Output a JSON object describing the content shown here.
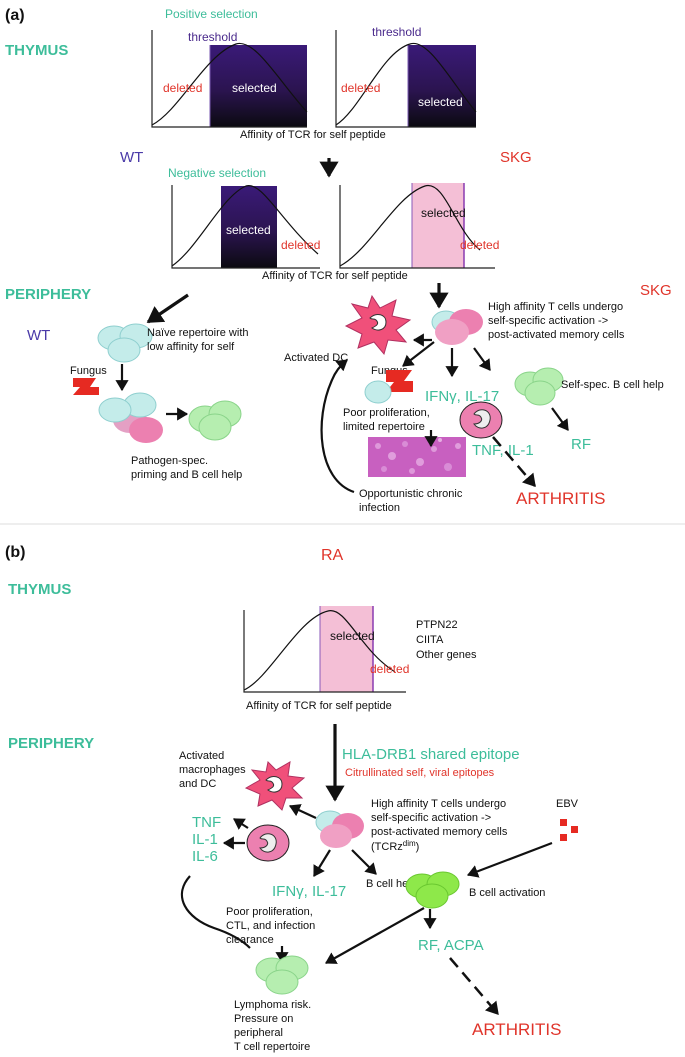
{
  "panel_a": {
    "label": "(a)",
    "thymus": "THYMUS",
    "positive_selection": "Positive selection",
    "threshold_left": "threshold",
    "threshold_right": "threshold",
    "deleted_1": "deleted",
    "selected_1": "selected",
    "deleted_2": "deleted",
    "selected_2": "selected",
    "affinity_top": "Affinity of TCR for self peptide",
    "wt_top": "WT",
    "skg_top": "SKG",
    "negative_selection": "Negative selection",
    "selected_3": "selected",
    "deleted_3": "deleted",
    "selected_4": "selected",
    "deleted_4": "deleted",
    "affinity_mid": "Affinity of TCR for self peptide",
    "periphery": "PERIPHERY",
    "skg_periphery": "SKG",
    "wt_periphery": "WT",
    "naive_line1": "Naïve repertoire with",
    "naive_line2": "low affinity for self",
    "fungus_left": "Fungus",
    "pathogen_line1": "Pathogen-spec.",
    "pathogen_line2": "priming and B cell help",
    "high_aff_line1": "High affinity T cells undergo",
    "high_aff_line2": "self-specific activation ->",
    "high_aff_line3": "post-activated memory cells",
    "activated_dc": "Activated DC",
    "fungus_right": "Fungus",
    "ifng": "IFNγ, IL-17",
    "self_spec_b": "Self-spec. B cell help",
    "poor_prolif_line1": "Poor proliferation,",
    "poor_prolif_line2": "limited repertoire",
    "tnf_il1": "TNF, IL-1",
    "rf": "RF",
    "arthritis": "ARTHRITIS",
    "opportunistic_line1": "Opportunistic chronic",
    "opportunistic_line2": "infection"
  },
  "panel_b": {
    "label": "(b)",
    "ra": "RA",
    "thymus": "THYMUS",
    "selected": "selected",
    "deleted": "deleted",
    "genes_1": "PTPN22",
    "genes_2": "CIITA",
    "genes_3": "Other genes",
    "affinity": "Affinity of TCR for self peptide",
    "periphery": "PERIPHERY",
    "hla": "HLA-DRB1 shared epitope",
    "citrullinated": "Citrullinated self, viral epitopes",
    "activated_mac_line1": "Activated",
    "activated_mac_line2": "macrophages",
    "activated_mac_line3": "and DC",
    "high_aff_line1": "High affinity T cells undergo",
    "high_aff_line2": "self-specific activation ->",
    "high_aff_line3": "post-activated memory cells",
    "high_aff_line4": "(TCRz",
    "high_aff_sup": "dim",
    "high_aff_close": ")",
    "ebv": "EBV",
    "tnf": "TNF",
    "il1": "IL-1",
    "il6": "IL-6",
    "ifng": "IFNγ, IL-17",
    "b_cell_help": "B cell help",
    "b_cell_activation": "B cell activation",
    "poor_line1": "Poor proliferation,",
    "poor_line2": "CTL, and infection",
    "poor_line3": "clearance",
    "rf_acpa": "RF, ACPA",
    "lymphoma_line1": "Lymphoma risk.",
    "lymphoma_line2": "Pressure on",
    "lymphoma_line3": "peripheral",
    "lymphoma_line4": "T cell repertoire",
    "arthritis": "ARTHRITIS"
  }
}
